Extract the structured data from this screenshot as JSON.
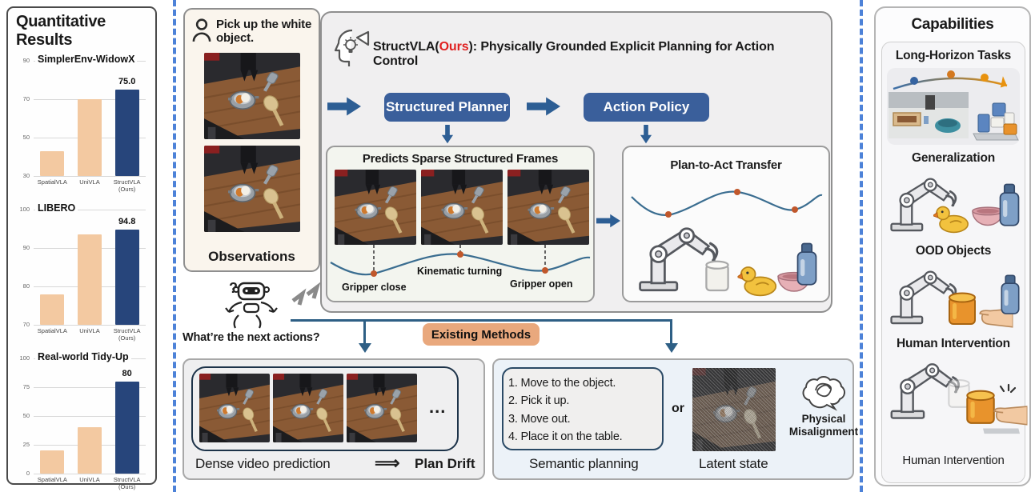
{
  "left_panel": {
    "title": "Quantitative Results"
  },
  "chart_data": [
    {
      "type": "bar",
      "title": "SimplerEnv-WidowX",
      "categories": [
        "SpatialVLA",
        "UniVLA",
        "StructVLA\n(Ours)"
      ],
      "values": [
        43,
        70,
        75
      ],
      "colors": [
        "#f3c9a1",
        "#f3c9a1",
        "#27457b"
      ],
      "ylim": [
        30,
        90
      ],
      "yticks": [
        30,
        50,
        70,
        90
      ],
      "annotated_index": 2,
      "annotated_value": "75.0",
      "xlabel": "",
      "ylabel": ""
    },
    {
      "type": "bar",
      "title": "LIBERO",
      "categories": [
        "SpatialVLA",
        "UniVLA",
        "StructVLA\n(Ours)"
      ],
      "values": [
        78,
        93.5,
        94.8
      ],
      "colors": [
        "#f3c9a1",
        "#f3c9a1",
        "#27457b"
      ],
      "ylim": [
        70,
        100
      ],
      "yticks": [
        70,
        80,
        90,
        100
      ],
      "annotated_index": 2,
      "annotated_value": "94.8",
      "xlabel": "",
      "ylabel": ""
    },
    {
      "type": "bar",
      "title": "Real-world Tidy-Up",
      "categories": [
        "SpatialVLA",
        "UniVLA",
        "StructVLA\n(Ours)"
      ],
      "values": [
        20,
        40,
        80
      ],
      "colors": [
        "#f3c9a1",
        "#f3c9a1",
        "#27457b"
      ],
      "ylim": [
        0,
        100
      ],
      "yticks": [
        0,
        25,
        50,
        75,
        100
      ],
      "annotated_index": 2,
      "annotated_value": "80",
      "xlabel": "",
      "ylabel": ""
    }
  ],
  "observations": {
    "instruction": "Pick up the white object.",
    "caption": "Observations"
  },
  "question": "What’re the next actions?",
  "main": {
    "title_prefix": "StructVLA(",
    "title_ours": "Ours",
    "title_suffix": "): Physically Grounded Explicit Planning for Action Control",
    "planner_button": "Structured Planner",
    "policy_button": "Action Policy",
    "frames_box": {
      "title": "Predicts Sparse Structured Frames",
      "label_close": "Gripper close",
      "label_turning": "Kinematic turning",
      "label_open": "Gripper open"
    },
    "transfer_box": {
      "title": "Plan-to-Act Transfer"
    }
  },
  "existing_methods": {
    "badge": "Existing Methods",
    "dense_box": {
      "caption": "Dense video prediction",
      "result": "Plan Drift",
      "ellipsis": "...",
      "implies_glyph": "⟹"
    },
    "semantic_box": {
      "steps": [
        "1. Move to the object.",
        "2. Pick it up.",
        "3. Move out.",
        "4. Place it on the table."
      ],
      "or_label": "or",
      "semantic_caption": "Semantic planning",
      "latent_caption": "Latent state",
      "misalignment": "Physical Misalignment"
    }
  },
  "capabilities": {
    "title": "Capabilities",
    "sections": [
      {
        "label": "Long-Horizon Tasks"
      },
      {
        "label": "Generalization"
      },
      {
        "label": "OOD Objects"
      },
      {
        "label": "Human Intervention"
      }
    ],
    "bottom_caption": "Human Intervention"
  },
  "icons": {
    "person": "person-icon",
    "idea_head": "idea-head-icon",
    "confused_robot": "confused-robot-icon",
    "question_glyph": "?",
    "tangled_brain": "tangled-brain-icon"
  },
  "colors": {
    "accent_blue": "#3a5f9b",
    "arrow_blue": "#2e5f85",
    "bar_tan": "#f3c9a1",
    "bar_navy": "#27457b",
    "badge_salmon": "#e9a87d",
    "ours_red": "#e02020",
    "divider_blue": "#4d82d8",
    "curve_blue": "#3a6d90",
    "dot_orange": "#c0572b"
  }
}
